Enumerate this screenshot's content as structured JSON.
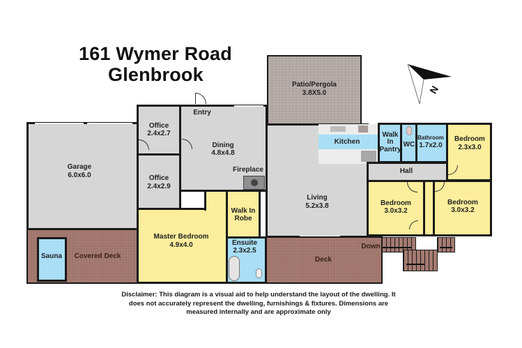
{
  "header": {
    "address_line1": "161 Wymer Road",
    "address_line2": "Glenbrook"
  },
  "compass": {
    "icon": "north-arrow-icon",
    "label": "N"
  },
  "rooms": {
    "patio": {
      "name": "Patio/Pergola",
      "size": "3.8X5.0"
    },
    "garage": {
      "name": "Garage",
      "size": "6.0x6.0"
    },
    "office1": {
      "name": "Office",
      "size": "2.4x2.7"
    },
    "office2": {
      "name": "Office",
      "size": "2.4x2.9"
    },
    "entry": {
      "name": "Entry"
    },
    "dining": {
      "name": "Dining",
      "size": "4.8x4.8"
    },
    "fireplace": {
      "name": "Fireplace"
    },
    "kitchen": {
      "name": "Kitchen"
    },
    "pantry": {
      "name": "Walk In Pantry",
      "line1": "Walk",
      "line2": "In",
      "line3": "Pantry"
    },
    "wc": {
      "name": "WC"
    },
    "bathroom": {
      "name": "Bathroom",
      "size": "1.7x2.0"
    },
    "bedroom_ne": {
      "name": "Bedroom",
      "size": "2.3x3.0"
    },
    "hall": {
      "name": "Hall"
    },
    "living": {
      "name": "Living",
      "size": "5.2x3.8"
    },
    "bedroom_mid": {
      "name": "Bedroom",
      "size": "3.0x3.2"
    },
    "bedroom_east": {
      "name": "Bedroom",
      "size": "3.0x3.2"
    },
    "walk_in_robe": {
      "name": "Walk In Robe",
      "line1": "Walk In",
      "line2": "Robe"
    },
    "master": {
      "name": "Master Bedroom",
      "size": "4.9x4.0"
    },
    "ensuite": {
      "name": "Ensuite",
      "size": "2.3x2.5"
    },
    "sauna": {
      "name": "Sauna"
    },
    "covered_deck": {
      "name": "Covered Deck"
    },
    "deck": {
      "name": "Deck"
    },
    "stairs": {
      "label": "Down"
    }
  },
  "colors": {
    "living_area": "#d6d6d6",
    "bedroom": "#fcee9c",
    "wet_area": "#a9def5",
    "deck": "#a57b71",
    "patio": "#b2a8a5",
    "wall": "#1a1a1a"
  },
  "disclaimer": {
    "text": "Disclaimer: This diagram is a visual aid to help understand the layout of the dwelling. It does not accurately represent the dwelling, furnishings & fixtures. Dimensions are measured internally and are approximate only"
  }
}
